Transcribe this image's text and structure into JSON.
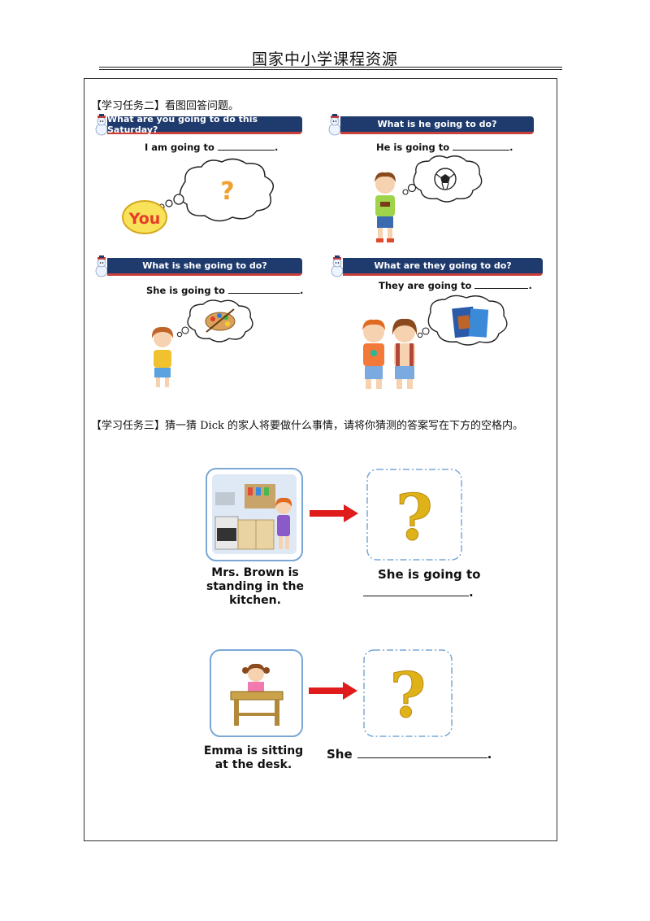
{
  "header": {
    "title": "国家中小学课程资源"
  },
  "task2": {
    "title": "【学习任务二】看图回答问题。",
    "cards": [
      {
        "question": "What are you going to do this Saturday?",
        "answer_prefix": "I am going to",
        "answer_suffix": "."
      },
      {
        "question": "What is he going to do?",
        "answer_prefix": "He is going to",
        "answer_suffix": "."
      },
      {
        "question": "What is she going to do?",
        "answer_prefix": "She is going to",
        "answer_suffix": "."
      },
      {
        "question": "What are they going to do?",
        "answer_prefix": "They are going to",
        "answer_suffix": "."
      }
    ],
    "you_badge": "You",
    "thought_question_mark": "?"
  },
  "task3": {
    "title": "【学习任务三】猜一猜 Dick 的家人将要做什么事情，请将你猜测的答案写在下方的空格内。",
    "items": [
      {
        "caption_line1": "Mrs. Brown is",
        "caption_line2": "standing in the kitchen.",
        "answer_prefix": "She is going to",
        "answer_suffix": "."
      },
      {
        "caption_line1": "Emma is sitting",
        "caption_line2": "at the desk.",
        "answer_prefix": "She",
        "answer_suffix": "."
      }
    ],
    "guess_mark": "?"
  },
  "colors": {
    "banner": "#1f3a6d",
    "banner_accent": "#c9403a",
    "arrow": "#e01b1b",
    "frame_border": "#7aa7d6",
    "question_gold": "#e0b21a"
  }
}
